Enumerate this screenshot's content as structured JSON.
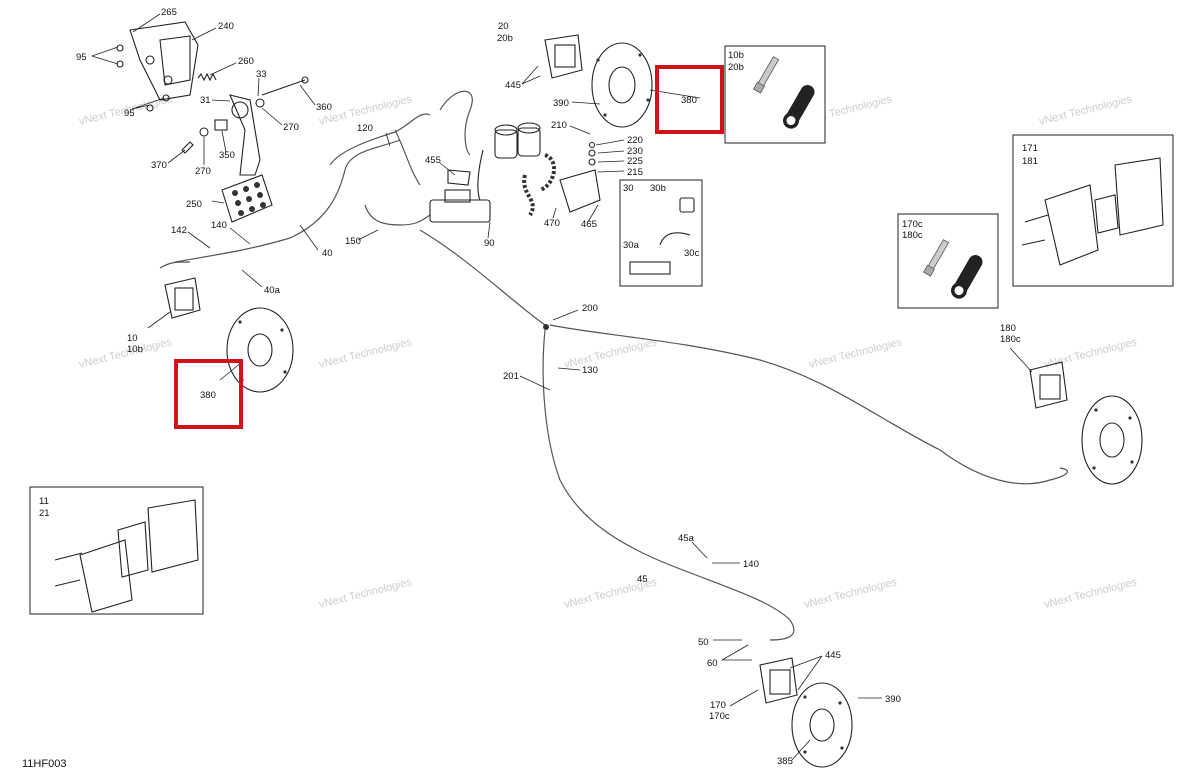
{
  "diagram_ref": "11HF003",
  "watermark": {
    "line1": "vNext",
    "line2": "Technologies",
    "full": "vNext Technologies"
  },
  "highlighted_parts": [
    "380",
    "380"
  ],
  "labels": {
    "l265": "265",
    "l240": "240",
    "l95a": "95",
    "l95b": "95",
    "l260": "260",
    "l33": "33",
    "l31": "31",
    "l360": "360",
    "l270a": "270",
    "l370": "370",
    "l270b": "270",
    "l350": "350",
    "l250": "250",
    "l120": "120",
    "l455": "455",
    "l142": "142",
    "l140a": "140",
    "l40": "40",
    "l40a": "40a",
    "l150": "150",
    "l90": "90",
    "l470": "470",
    "l465": "465",
    "l20": "20",
    "l20b": "20b",
    "l445a": "445",
    "l390a": "390",
    "l210": "210",
    "l220": "220",
    "l230": "230",
    "l225": "225",
    "l215": "215",
    "l10b_in": "10b",
    "l20b_in": "20b",
    "l30": "30",
    "l30b": "30b",
    "l30a": "30a",
    "l30c": "30c",
    "l170c": "170c",
    "l180c_in": "180c",
    "l171": "171",
    "l181": "181",
    "l10": "10",
    "l10b": "10b",
    "l200": "200",
    "l201": "201",
    "l130": "130",
    "l180": "180",
    "l180c": "180c",
    "l11": "11",
    "l21": "21",
    "l45a": "45a",
    "l140b": "140",
    "l45": "45",
    "l50": "50",
    "l60": "60",
    "l445b": "445",
    "l170": "170",
    "l170c_b": "170c",
    "l390b": "390",
    "l385": "385",
    "l380a": "380",
    "l380b": "380"
  }
}
